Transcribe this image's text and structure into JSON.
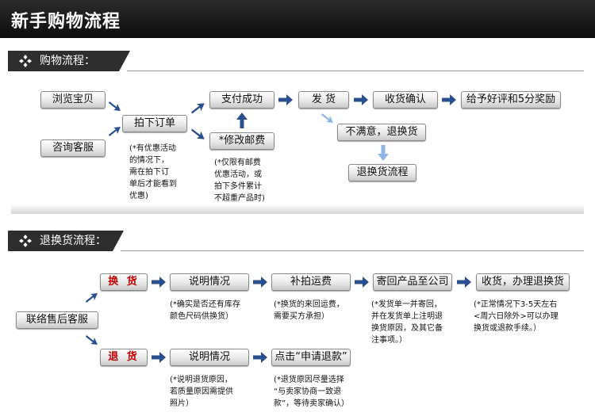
{
  "header": {
    "title": "新手购物流程"
  },
  "shopping": {
    "section_title": "购物流程：",
    "steps": {
      "browse": "浏览宝贝",
      "consult": "咨询客服",
      "order": "拍下订单",
      "pay_success": "支付成功",
      "modify_postage": "*修改邮费",
      "ship": "发 货",
      "confirm_receipt": "收货确认",
      "review_reward": "给予好评和5分奖励",
      "unsatisfied": "不满意，退换货",
      "return_process": "退换货流程"
    },
    "notes": {
      "discount": [
        "(*有优惠活动",
        "的情况下，",
        "需在拍下订",
        "单后才能看到",
        "优惠)"
      ],
      "postage": [
        "(*仅限有邮费",
        "优惠活动，或",
        "拍下多件累计",
        "不超重产品时)"
      ]
    }
  },
  "returns": {
    "section_title": "退换货流程：",
    "contact": "联络售后客服",
    "exchange": {
      "label": "换 货",
      "explain": "说明情况",
      "pay_shipping": "补拍运费",
      "send_back": "寄回产品至公司",
      "receive": "收货，办理退换货",
      "notes": {
        "explain": [
          "(*确实是否还有库存",
          "颜色尺码供换货）"
        ],
        "shipping": [
          "(*换货的来回运费，",
          "需要买方承担）"
        ],
        "send_back": [
          "(*发货单一并寄回，",
          "并在发货单上注明退",
          "换货原因，及其它备",
          "注事项。）"
        ],
        "receive": [
          "(*正常情况下3-5天左右",
          "<周六日除外>可以办理",
          "换货或退款手续。）"
        ]
      }
    },
    "refund": {
      "label": "退 货",
      "explain": "说明情况",
      "apply": "点击“申请退款”",
      "notes": {
        "explain": [
          "(*说明退货原因，",
          "若质量原因需提供",
          "照片）"
        ],
        "apply": [
          "(*退货原因尽量选择",
          "“与卖家协商一致退",
          "款”，等待卖家确认）"
        ]
      }
    }
  },
  "colors": {
    "arrow": "#2a4f8f",
    "arrow_light": "#8fb4e6",
    "accent_red": "#c40000",
    "tag_bg": "#2e2e2e"
  }
}
